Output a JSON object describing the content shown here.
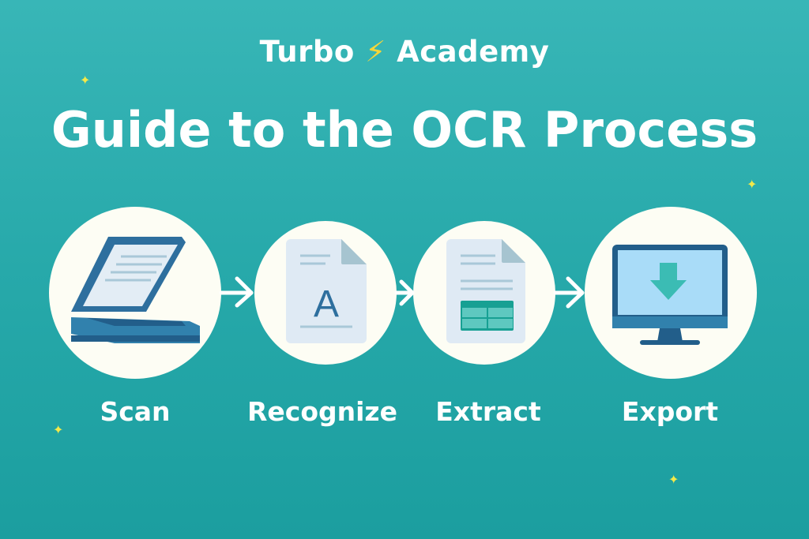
{
  "header": {
    "brand_left": "Turbo",
    "brand_icon": "lightning-bolt",
    "brand_right": "Academy",
    "title": "Guide to the OCR Process"
  },
  "steps": [
    {
      "label": "Scan",
      "icon": "scanner-icon"
    },
    {
      "label": "Recognize",
      "icon": "document-letter-icon",
      "icon_letter": "A"
    },
    {
      "label": "Extract",
      "icon": "document-table-icon"
    },
    {
      "label": "Export",
      "icon": "monitor-download-icon"
    }
  ],
  "colors": {
    "accent": "#f5d63a",
    "icon_blue": "#2e6f9e",
    "teal": "#3bbcb4",
    "circle": "#fdfdf4"
  }
}
